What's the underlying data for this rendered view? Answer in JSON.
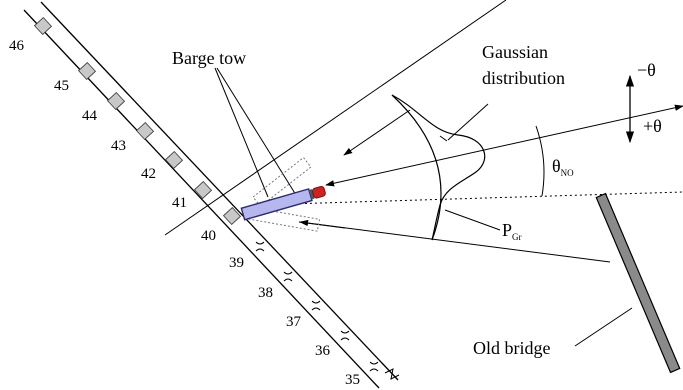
{
  "labels": {
    "barge_tow": "Barge tow",
    "gaussian_line1": "Gaussian",
    "gaussian_line2": "distribution",
    "minus_theta": "−θ",
    "plus_theta": "+θ",
    "theta_main": "θ",
    "theta_sub": "NO",
    "p_main": "P",
    "p_sub": "Gr",
    "old_bridge": "Old bridge"
  },
  "pier_numbers": [
    {
      "id": "35",
      "text": "35"
    },
    {
      "id": "36",
      "text": "36"
    },
    {
      "id": "37",
      "text": "37"
    },
    {
      "id": "38",
      "text": "38"
    },
    {
      "id": "39",
      "text": "39"
    },
    {
      "id": "40",
      "text": "40"
    },
    {
      "id": "41",
      "text": "41"
    },
    {
      "id": "42",
      "text": "42"
    },
    {
      "id": "43",
      "text": "43"
    },
    {
      "id": "44",
      "text": "44"
    },
    {
      "id": "45",
      "text": "45"
    },
    {
      "id": "46",
      "text": "46"
    }
  ],
  "colors": {
    "barge_fill": "#b7b7ef",
    "barge_stroke": "#2b2b6b",
    "tug": "#cc2222",
    "old_bridge": "#8a8a8a",
    "pier_fill": "#c8c8c8",
    "ghost_barge": "#777777"
  }
}
